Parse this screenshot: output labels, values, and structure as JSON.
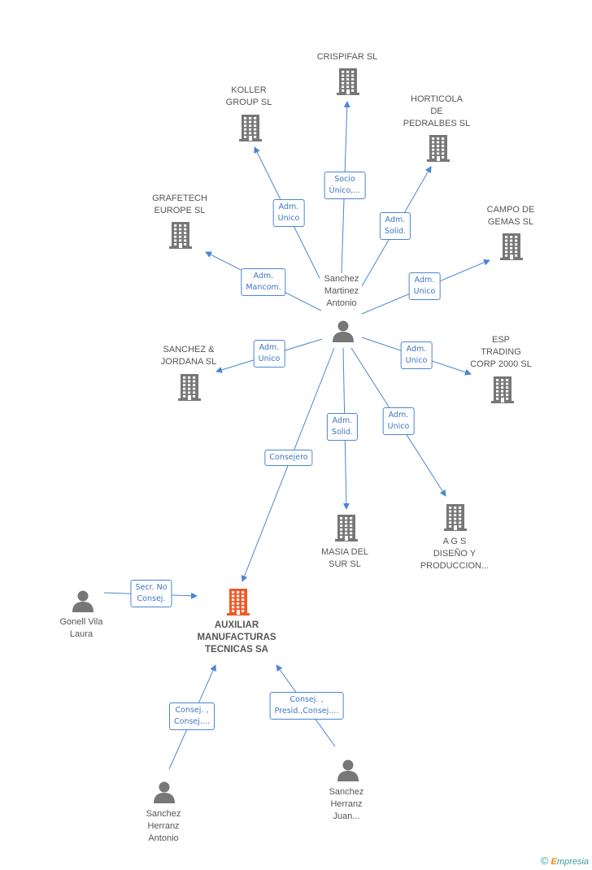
{
  "colors": {
    "edge": "#4a86d4",
    "node_icon": "#777777",
    "main_icon": "#f05a28"
  },
  "nodes": {
    "crispifar": "CRISPIFAR  SL",
    "koller": "KOLLER\nGROUP SL",
    "horticola": "HORTICOLA\nDE\nPEDRALBES  SL",
    "grafetech": "GRAFETECH\nEUROPE  SL",
    "campo": "CAMPO DE\nGEMAS SL",
    "sanchez_martinez": "Sanchez\nMartinez\nAntonio",
    "sanchez_jordana": "SANCHEZ &\nJORDANA SL",
    "esp": "ESP\nTRADING\nCORP 2000 SL",
    "masia": "MASIA DEL\nSUR SL",
    "ags": "A G S\nDISEÑO Y\nPRODUCCION...",
    "gonell": "Gonell Vila\nLaura",
    "auxiliar": "AUXILIAR\nMANUFACTURAS\nTECNICAS SA",
    "sanchez_herranz_antonio": "Sanchez\nHerranz\nAntonio",
    "sanchez_herranz_juan": "Sanchez\nHerranz\nJuan..."
  },
  "edges": {
    "crispifar": "Socio\nÚnico,...",
    "koller": "Adm.\nUnico",
    "horticola": "Adm.\nSolid.",
    "grafetech": "Adm.\nMancom.",
    "campo": "Adm.\nUnico",
    "sanchez_jordana": "Adm.\nUnico",
    "esp": "Adm.\nUnico",
    "masia": "Adm.\nSolid.",
    "ags": "Adm.\nUnico",
    "auxiliar": "Consejero",
    "gonell": "Secr.  No\nConsej.",
    "sh_antonio": "Consej. ,\nConsej....",
    "sh_juan": "Consej. ,\nPresid.,Consej...."
  },
  "footer": {
    "copyright": "©",
    "brand_e": "E",
    "brand_rest": "mpresia"
  }
}
